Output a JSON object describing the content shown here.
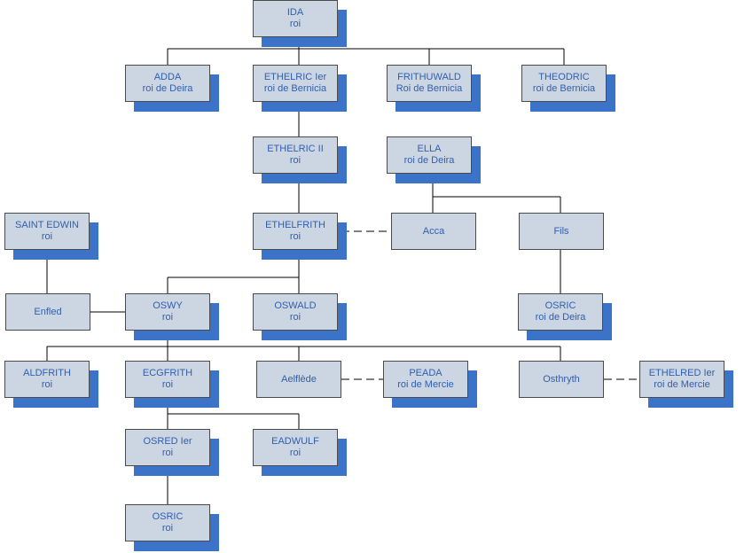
{
  "nodes": {
    "ida": {
      "name": "IDA",
      "title": "roi"
    },
    "adda": {
      "name": "ADDA",
      "title": "roi de Deira"
    },
    "ethelric1": {
      "name": "ETHELRIC Ier",
      "title": "roi de Bernicia"
    },
    "frithuwald": {
      "name": "FRITHUWALD",
      "title": "Roi de Bernicia"
    },
    "theodric": {
      "name": "THEODRIC",
      "title": "roi de Bernicia"
    },
    "ethelric2": {
      "name": "ETHELRIC II",
      "title": "roi"
    },
    "ella": {
      "name": "ELLA",
      "title": "roi de Deira"
    },
    "saint_edwin": {
      "name": "SAINT EDWIN",
      "title": "roi"
    },
    "ethelfrith": {
      "name": "ETHELFRITH",
      "title": "roi"
    },
    "acca": {
      "name": "Acca",
      "title": ""
    },
    "fils": {
      "name": "Fils",
      "title": ""
    },
    "enfled": {
      "name": "Enfled",
      "title": ""
    },
    "oswy": {
      "name": "OSWY",
      "title": "roi"
    },
    "oswald": {
      "name": "OSWALD",
      "title": "roi"
    },
    "osric_deira": {
      "name": "OSRIC",
      "title": "roi de Deira"
    },
    "aldfrith": {
      "name": "ALDFRITH",
      "title": "roi"
    },
    "ecgfrith": {
      "name": "ECGFRITH",
      "title": "roi"
    },
    "aelflede": {
      "name": "Aelflède",
      "title": ""
    },
    "peada": {
      "name": "PEADA",
      "title": "roi de Mercie"
    },
    "osthryth": {
      "name": "Osthryth",
      "title": ""
    },
    "ethelred": {
      "name": "ETHELRED Ier",
      "title": "roi de Mercie"
    },
    "osred": {
      "name": "OSRED Ier",
      "title": "roi"
    },
    "eadwulf": {
      "name": "EADWULF",
      "title": "roi"
    },
    "osric": {
      "name": "OSRIC",
      "title": "roi"
    }
  },
  "colors": {
    "box_fill": "#ccd5e2",
    "shadow": "#3b73c8",
    "text": "#2f5fb0",
    "line": "#000000"
  }
}
